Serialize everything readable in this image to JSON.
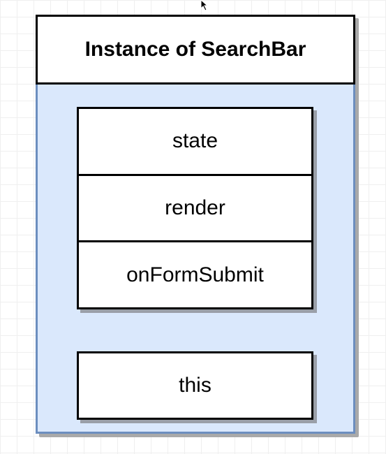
{
  "diagram": {
    "title": "Instance of SearchBar",
    "members": [
      "state",
      "render",
      "onFormSubmit"
    ],
    "this_label": "this",
    "colors": {
      "container_fill": "#dae8fc",
      "container_stroke": "#6c8ebf",
      "box_fill": "#ffffff",
      "box_stroke": "#000000"
    },
    "icons": [
      "cursor-icon"
    ]
  }
}
